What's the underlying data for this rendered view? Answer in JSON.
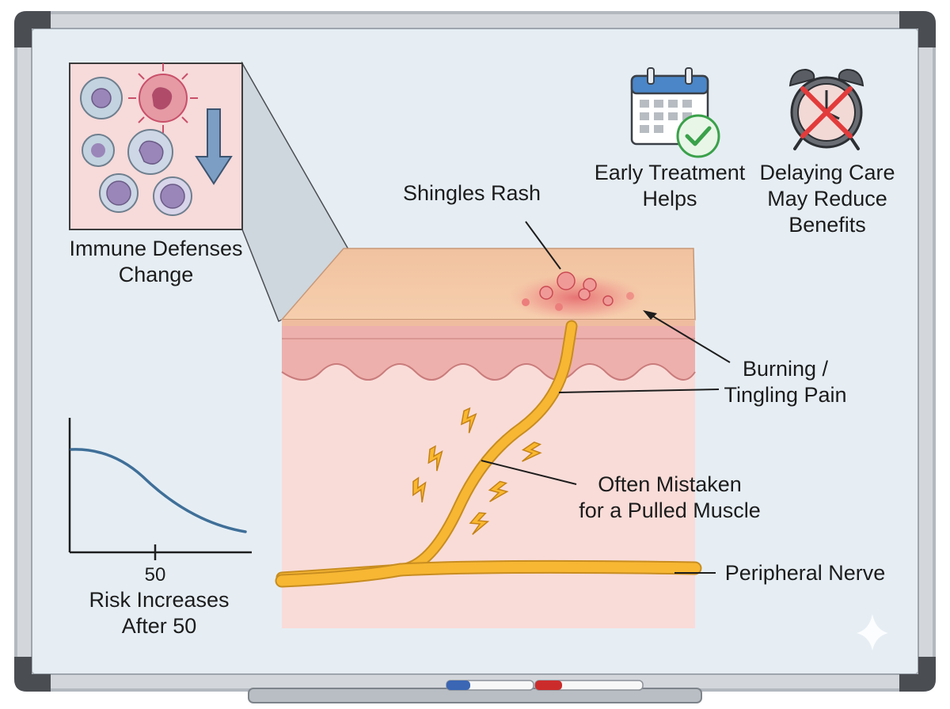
{
  "labels": {
    "immune": [
      "Immune Defenses",
      "Change"
    ],
    "rash": [
      "Shingles Rash"
    ],
    "early": [
      "Early Treatment",
      "Helps"
    ],
    "delay": [
      "Delaying Care",
      "May Reduce",
      "Benefits"
    ],
    "burning": [
      "Burning /",
      "Tingling Pain"
    ],
    "mistaken": [
      "Often Mistaken",
      "for a Pulled Muscle"
    ],
    "nerve": [
      "Peripheral Nerve"
    ],
    "risk_tick": "50",
    "risk": [
      "Risk Increases",
      "After 50"
    ]
  },
  "icons": {
    "immune": "immune-cells-icon",
    "early": "calendar-check-icon",
    "delay": "crossed-alarm-clock-icon",
    "pain": "lightning-bolt-icon",
    "sparkle": "sparkle-icon"
  },
  "colors": {
    "board_frame": "#b3b8bf",
    "board_surface": "#e6eef4",
    "skin_surface": "#f3c7a6",
    "tissue": "#f9dcd8",
    "nerve": "#f7b733",
    "rash": "#e4636a",
    "immune_panel": "#f7dada",
    "arrow": "#7c9ec4",
    "curve": "#3f6f98",
    "check": "#3aa14a",
    "cross": "#e23b3b"
  }
}
